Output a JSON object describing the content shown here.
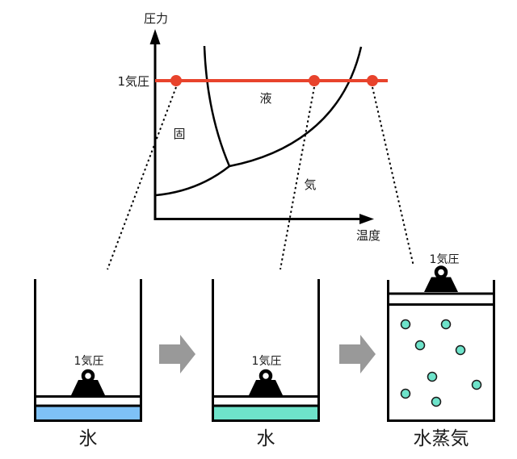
{
  "diagram": {
    "y_axis_label": "圧力",
    "x_axis_label": "温度",
    "pressure_line_label": "1気圧",
    "region_solid": "固",
    "region_liquid": "液",
    "region_gas": "気"
  },
  "containers": [
    {
      "pressure_label": "1気圧",
      "caption": "氷"
    },
    {
      "pressure_label": "1気圧",
      "caption": "水"
    },
    {
      "pressure_label": "1気圧",
      "caption": "水蒸気"
    }
  ],
  "colors": {
    "pressure_line": "#e8432c",
    "ice": "#7ec1f6",
    "water": "#6ee3ca",
    "vapor_molecule": "#6ee3ca",
    "arrow": "#999999"
  }
}
